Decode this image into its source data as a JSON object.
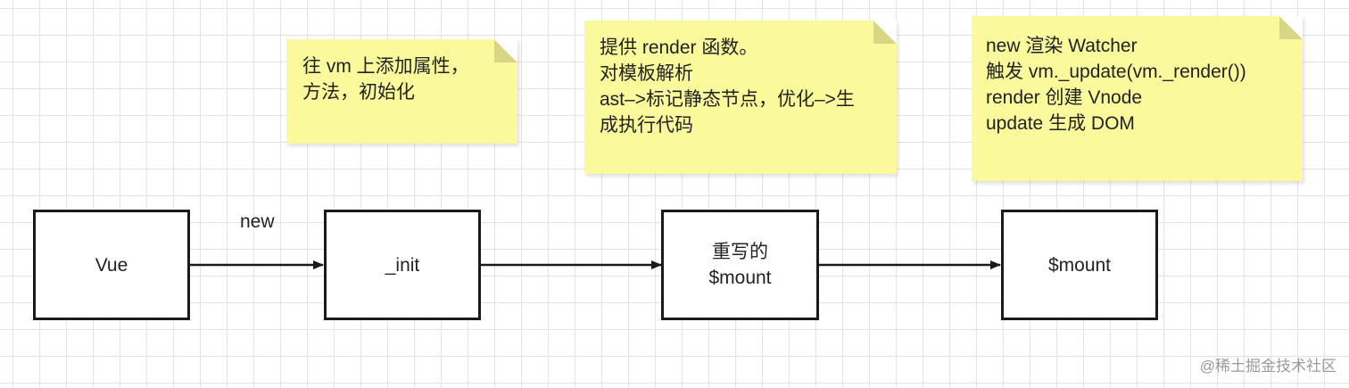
{
  "notes": {
    "init": {
      "lines": [
        "往 vm 上添加属性，",
        "方法，初始化"
      ]
    },
    "compile": {
      "lines": [
        "提供 render 函数。",
        "对模板解析",
        "ast–>标记静态节点，优化–>生",
        "成执行代码"
      ]
    },
    "mount": {
      "lines": [
        "new 渲染 Watcher",
        "触发  vm._update(vm._render())",
        "render 创建 Vnode",
        "update 生成 DOM"
      ]
    }
  },
  "nodes": {
    "vue": {
      "label": "Vue"
    },
    "init": {
      "label": "_init"
    },
    "rewritten_mount": {
      "lines": [
        "重写的",
        "$mount"
      ]
    },
    "mount": {
      "label": "$mount"
    }
  },
  "edges": {
    "vue_to_init": {
      "label": "new"
    }
  },
  "watermark": "@稀土掘金技术社区",
  "colors": {
    "note": "#fafa9c",
    "stroke": "#1a1a1a",
    "grid": "#e3e3e3"
  }
}
